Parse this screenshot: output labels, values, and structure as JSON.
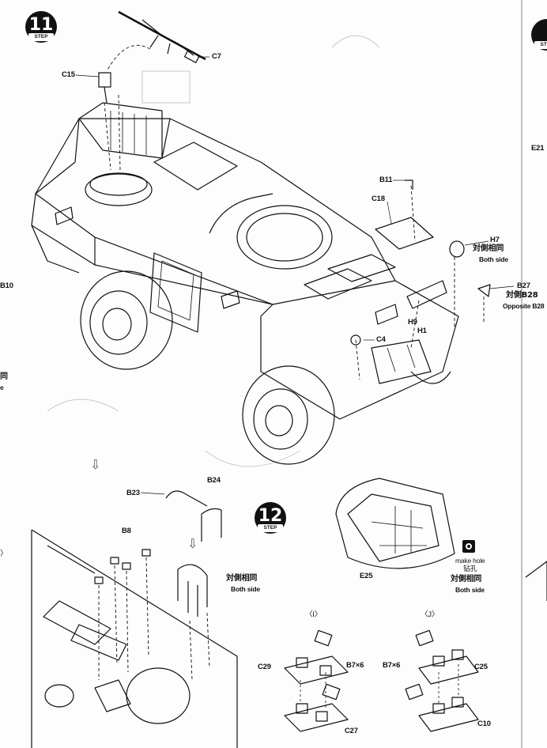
{
  "steps": {
    "step11": {
      "number": "11",
      "tag": "STEP"
    },
    "step12": {
      "number": "12",
      "tag": "STEP"
    },
    "edge_step_partial": {
      "tag": "STEP"
    }
  },
  "labels": {
    "c7": "C7",
    "c15": "C15",
    "b11": "B11",
    "c18": "C18",
    "h7": "H7",
    "h7_cn": "対側相同",
    "h7_en": "Both side",
    "b27": "B27",
    "b27_cn": "対側B28",
    "b27_en": "Opposite B28",
    "h9": "H9",
    "h1": "H1",
    "c4": "C4",
    "b23": "B23",
    "b24": "B24",
    "b8": "B8",
    "b8_cn": "対側相同",
    "b8_en": "Both side",
    "e25": "E25",
    "make_hole_en": "make hole",
    "make_hole_cn": "钻孔",
    "e25_cn": "対側相同",
    "e25_en": "Both side",
    "group_i": "〈I〉",
    "group_j": "〈J〉",
    "c29": "C29",
    "b7_left": "B7×6",
    "c27": "C27",
    "b7_right": "B7×6",
    "c25": "C25",
    "c10": "C10"
  },
  "edge_fragments": {
    "left_b10": "B10",
    "left_cn": "同",
    "left_e": "e",
    "left_bracket": "〉",
    "right_e21": "E21"
  },
  "colors": {
    "ink": "#111111",
    "paper": "#fdfdfd",
    "ghost": "#c9c9c9"
  },
  "icons": [
    "step-badge-icon",
    "make-hole-icon",
    "down-arrow-icon"
  ]
}
